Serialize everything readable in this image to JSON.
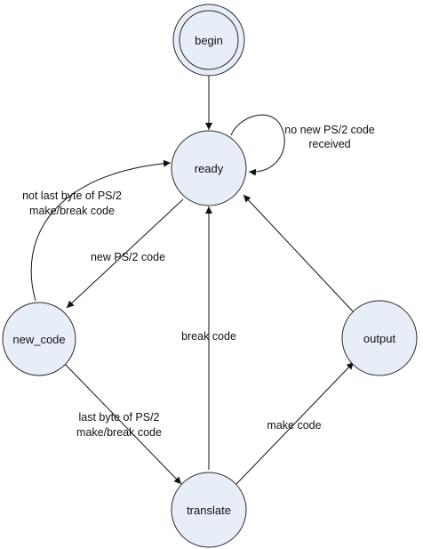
{
  "diagram": {
    "nodes": {
      "begin": "begin",
      "ready": "ready",
      "new_code": "new_code",
      "output": "output",
      "translate": "translate"
    },
    "edges": {
      "self_loop_line1": "no new PS/2 code",
      "self_loop_line2": "received",
      "not_last_line1": "not last byte of PS/2",
      "not_last_line2": "make/break code",
      "new_ps2": "new PS/2 code",
      "break_code": "break code",
      "last_byte_line1": "last byte of PS/2",
      "last_byte_line2": "make/break code",
      "make_code": "make code"
    }
  }
}
